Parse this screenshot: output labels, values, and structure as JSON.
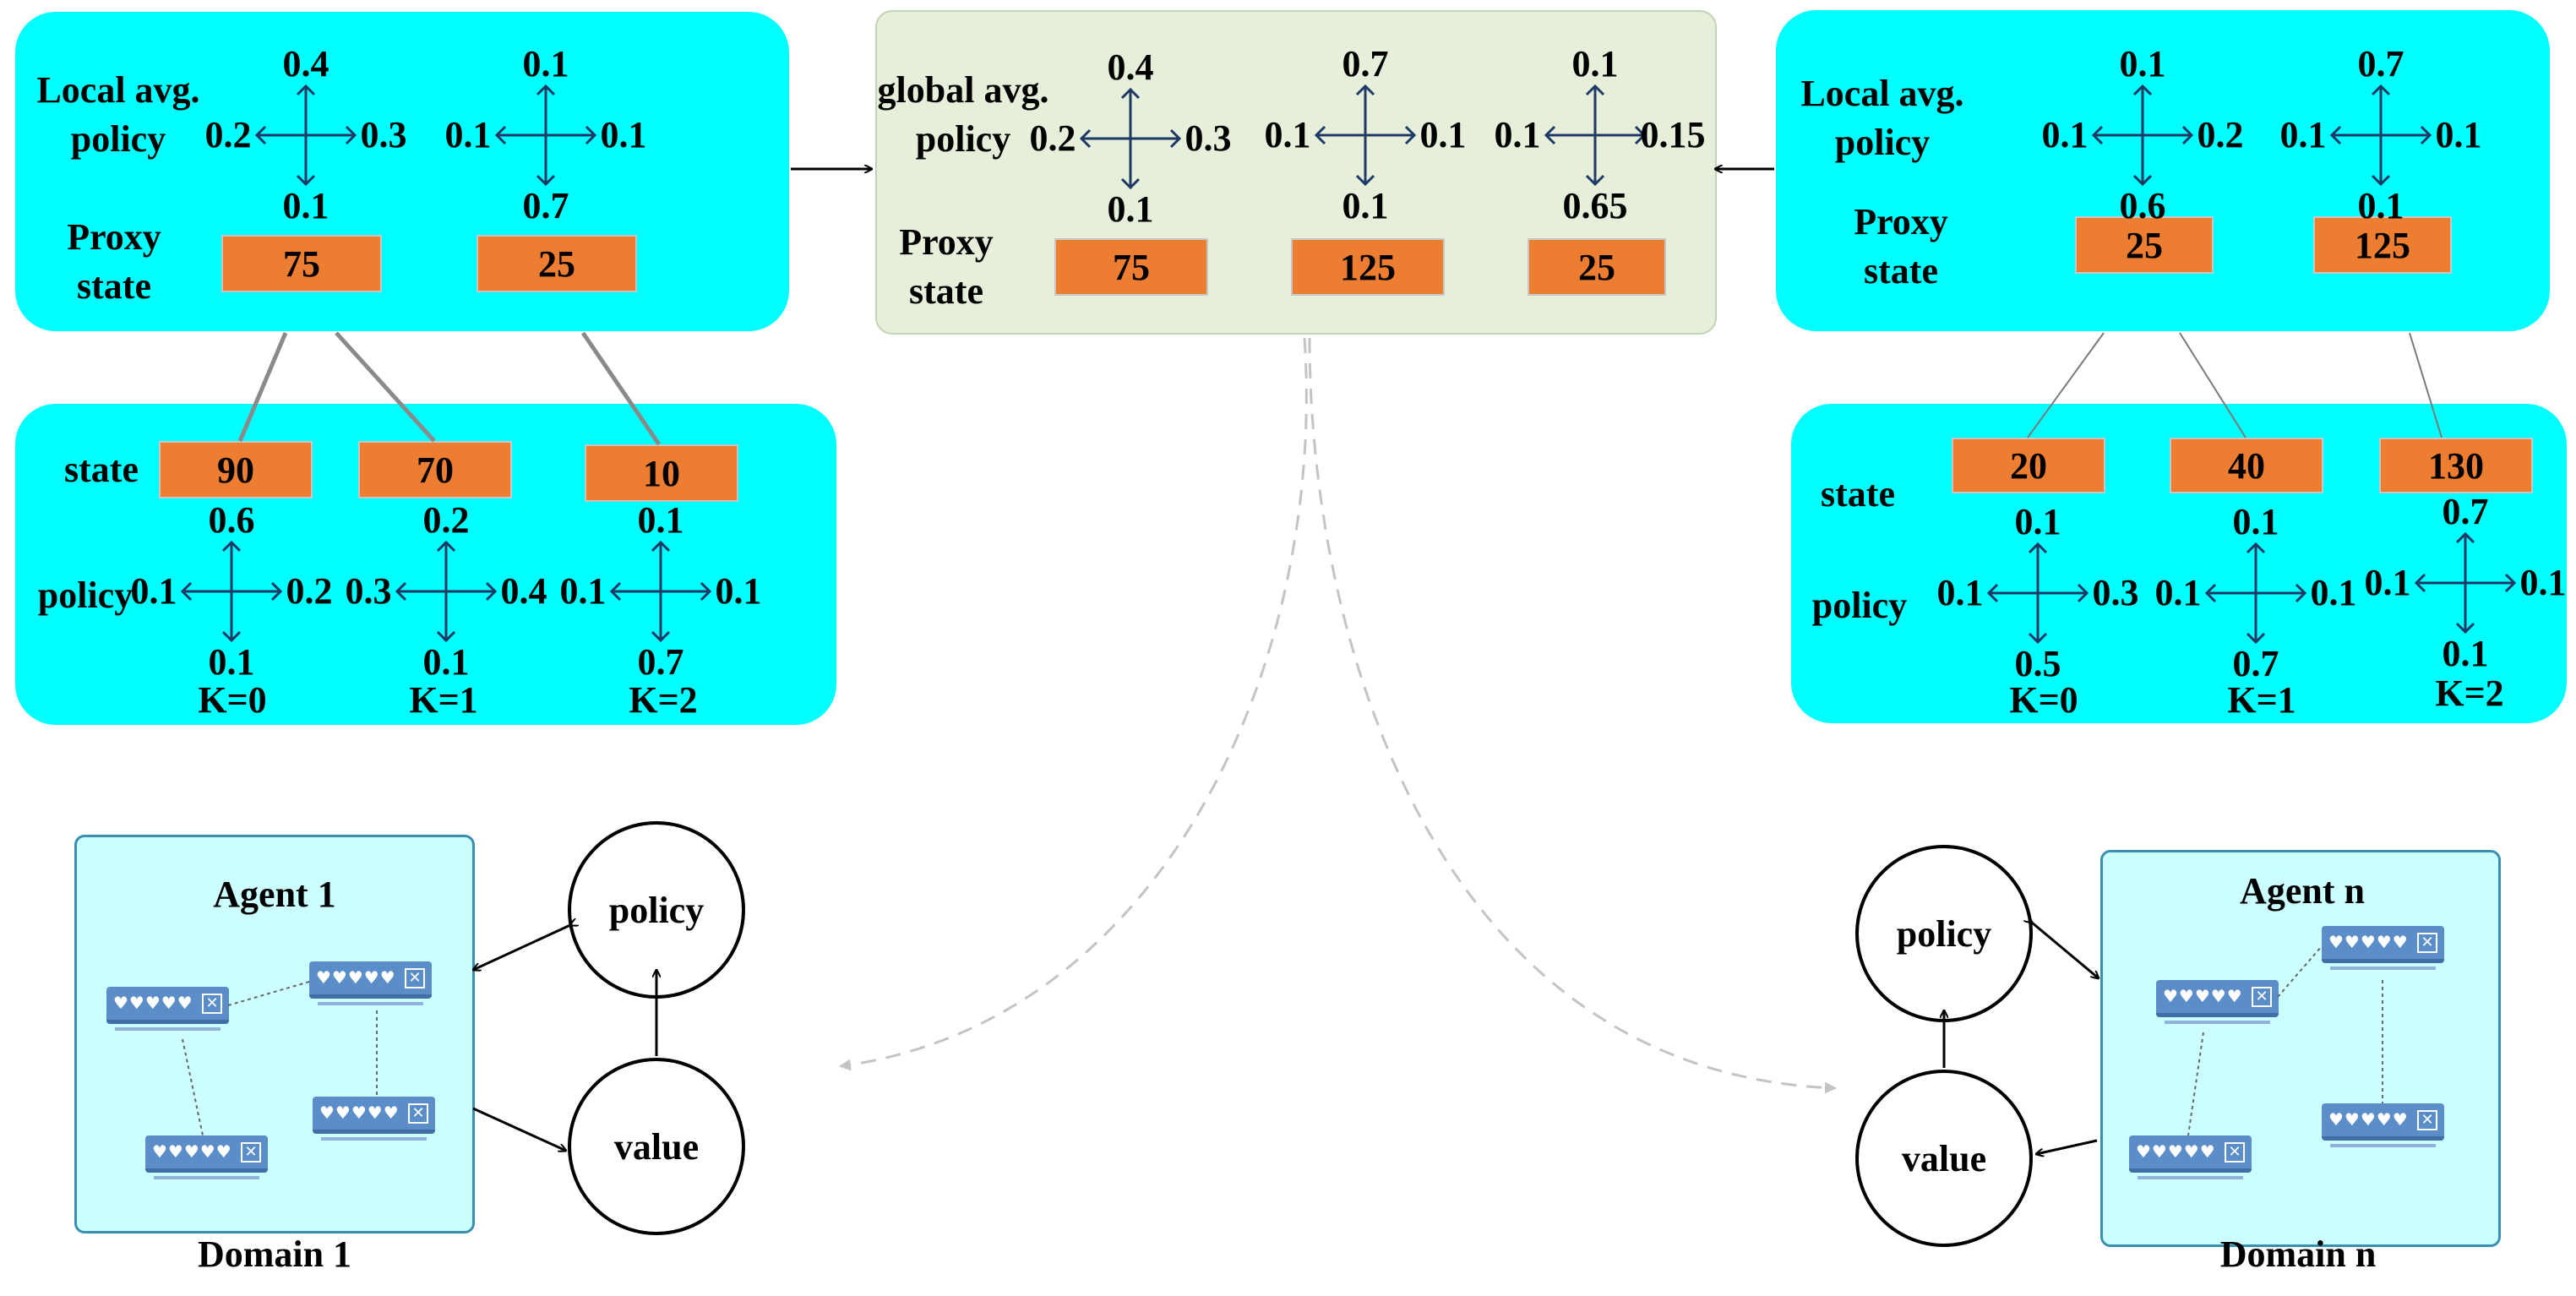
{
  "left_local": {
    "title": "Local avg.\npolicy",
    "proxy_label": "Proxy\nstate",
    "policies": [
      {
        "up": "0.4",
        "left": "0.2",
        "right": "0.3",
        "down": "0.1"
      },
      {
        "up": "0.1",
        "left": "0.1",
        "right": "0.1",
        "down": "0.7"
      }
    ],
    "proxy_states": [
      "75",
      "25"
    ]
  },
  "left_states": {
    "state_label": "state",
    "policy_label": "policy",
    "states": [
      "90",
      "70",
      "10"
    ],
    "policies": [
      {
        "up": "0.6",
        "left": "0.1",
        "right": "0.2",
        "down": "0.1"
      },
      {
        "up": "0.2",
        "left": "0.3",
        "right": "0.4",
        "down": "0.1"
      },
      {
        "up": "0.1",
        "left": "0.1",
        "right": "0.1",
        "down": "0.7"
      }
    ],
    "k_labels": [
      "K=0",
      "K=1",
      "K=2"
    ]
  },
  "global": {
    "title": "global avg.\npolicy",
    "proxy_label": "Proxy\nstate",
    "policies": [
      {
        "up": "0.4",
        "left": "0.2",
        "right": "0.3",
        "down": "0.1"
      },
      {
        "up": "0.7",
        "left": "0.1",
        "right": "0.1",
        "down": "0.1"
      },
      {
        "up": "0.1",
        "left": "0.1",
        "right": "0.15",
        "down": "0.65"
      }
    ],
    "proxy_states": [
      "75",
      "125",
      "25"
    ]
  },
  "right_local": {
    "title": "Local avg.\npolicy",
    "proxy_label": "Proxy\nstate",
    "policies": [
      {
        "up": "0.1",
        "left": "0.1",
        "right": "0.2",
        "down": "0.6"
      },
      {
        "up": "0.7",
        "left": "0.1",
        "right": "0.1",
        "down": "0.1"
      }
    ],
    "proxy_states": [
      "25",
      "125"
    ]
  },
  "right_states": {
    "state_label": "state",
    "policy_label": "policy",
    "states": [
      "20",
      "40",
      "130"
    ],
    "policies": [
      {
        "up": "0.1",
        "left": "0.1",
        "right": "0.3",
        "down": "0.5"
      },
      {
        "up": "0.1",
        "left": "0.1",
        "right": "0.1",
        "down": "0.7"
      },
      {
        "up": "0.7",
        "left": "0.1",
        "right": "0.1",
        "down": "0.1"
      }
    ],
    "k_labels": [
      "K=0",
      "K=1",
      "K=2"
    ]
  },
  "agent1": {
    "title": "Agent 1",
    "domain": "Domain 1",
    "policy": "policy",
    "value": "value"
  },
  "agentn": {
    "title": "Agent n",
    "domain": "Domain n",
    "policy": "policy",
    "value": "value"
  },
  "colors": {
    "cyan": "#00ffff",
    "orange": "#ed7d31",
    "green_panel": "#e6efd9",
    "arrow_blue": "#1f3864",
    "agent_bg": "#ccffff",
    "switch_blue": "#5b8ec9"
  }
}
